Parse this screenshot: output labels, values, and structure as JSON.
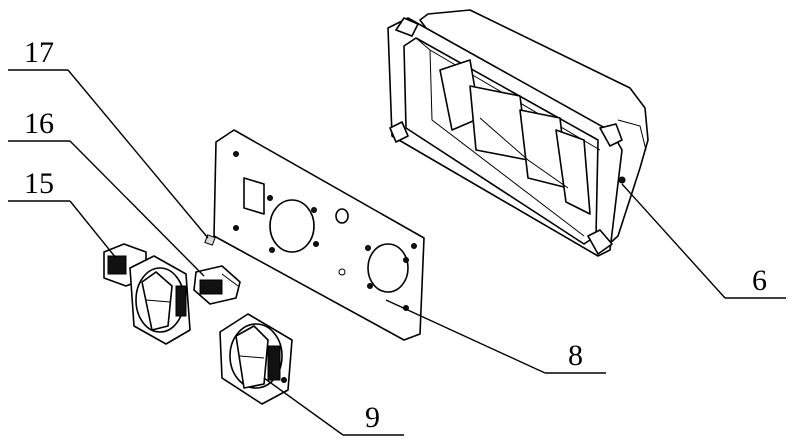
{
  "labels": {
    "l17": "17",
    "l16": "16",
    "l15": "15",
    "l6": "6",
    "l8": "8",
    "l9": "9"
  }
}
